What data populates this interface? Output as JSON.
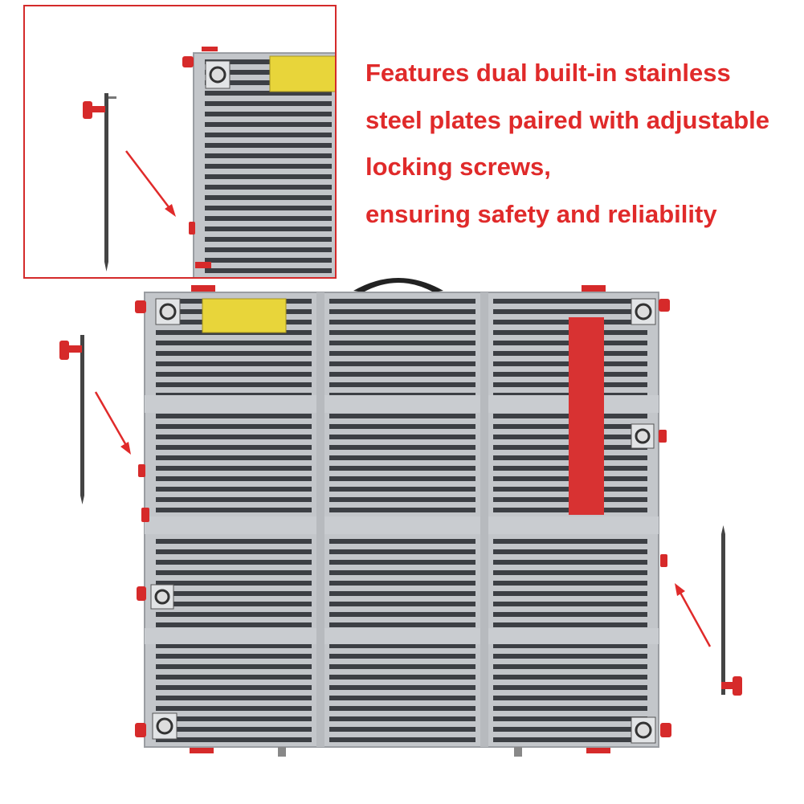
{
  "caption": {
    "lines": [
      "Features dual built-in stainless",
      "steel plates paired with adjustable",
      "locking screws,",
      "ensuring safety and reliability"
    ]
  },
  "colors": {
    "accent": "#e02a2a",
    "frame": "#b9bcc0",
    "slot": "#3c3f44",
    "label": "#e8d53a",
    "handle": "#222222"
  },
  "icons": [
    "locking-screw-icon",
    "arrow-icon",
    "stake-icon"
  ]
}
